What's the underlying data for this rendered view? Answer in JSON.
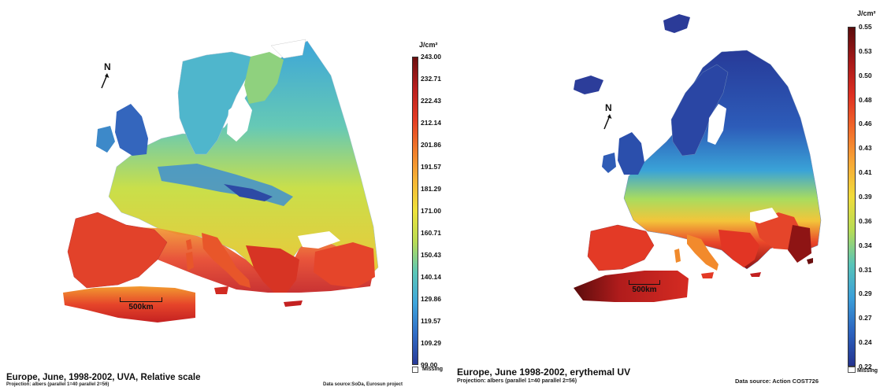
{
  "left_map": {
    "north_label": "N",
    "scale_label": "500km",
    "unit": "J/cm²",
    "ticks": [
      "243.00",
      "232.71",
      "222.43",
      "212.14",
      "201.86",
      "191.57",
      "181.29",
      "171.00",
      "160.71",
      "150.43",
      "140.14",
      "129.86",
      "119.57",
      "109.29",
      "99.00"
    ],
    "missing_label": "Missing",
    "title": "Europe, June, 1998-2002, UVA, Relative scale",
    "projection": "Projection: albers (parallel 1=40 parallel 2=56)",
    "source": "Data source:SoDa, Eurosun project",
    "colors": [
      "#6b0f0f",
      "#b81e1e",
      "#e23a24",
      "#f07a2a",
      "#f6b435",
      "#eee23a",
      "#b9dc54",
      "#5cc7b7",
      "#3fa6dc",
      "#2f6dc6",
      "#283a98"
    ]
  },
  "right_map": {
    "north_label": "N",
    "scale_label": "500km",
    "unit": "J/cm²",
    "ticks": [
      "0.55",
      "0.53",
      "0.50",
      "0.48",
      "0.46",
      "0.43",
      "0.41",
      "0.39",
      "0.36",
      "0.34",
      "0.31",
      "0.29",
      "0.27",
      "0.24",
      "0.22"
    ],
    "missing_label": "Missing",
    "title": "Europe, June 1998-2002, erythemal UV",
    "projection": "Projection: albers (parallel 1=40 parallel 2=56)",
    "source": "Data source: Action COST726",
    "colors": [
      "#5a0c0c",
      "#a51818",
      "#de2f22",
      "#f26a2a",
      "#f7a836",
      "#f1dc3b",
      "#b6dc55",
      "#58c4b8",
      "#3b9fd9",
      "#2c63bf",
      "#24338f"
    ]
  }
}
